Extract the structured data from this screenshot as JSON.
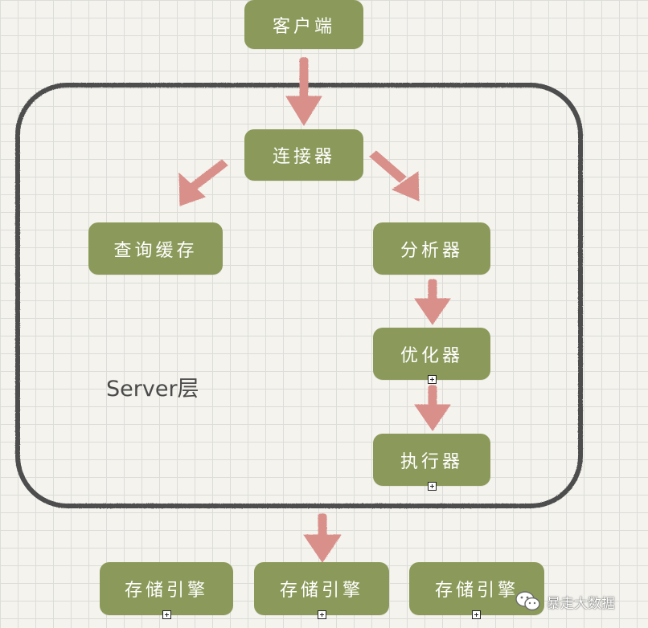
{
  "nodes": {
    "client": "客户端",
    "connector": "连接器",
    "query_cache": "查询缓存",
    "analyzer": "分析器",
    "optimizer": "优化器",
    "executor": "执行器",
    "storage_engines": [
      "存储引擎",
      "存储引擎",
      "存储引擎"
    ]
  },
  "container": {
    "label": "Server层"
  },
  "watermark": {
    "text": "暴走大数据",
    "icon": "wechat-icon"
  },
  "colors": {
    "node_fill": "#8b9a5b",
    "node_text": "#ffffff",
    "arrow": "#d98f8a",
    "container_border": "#4d4d4d",
    "grid_line": "#dcdcd8",
    "background": "#f4f3ee"
  }
}
